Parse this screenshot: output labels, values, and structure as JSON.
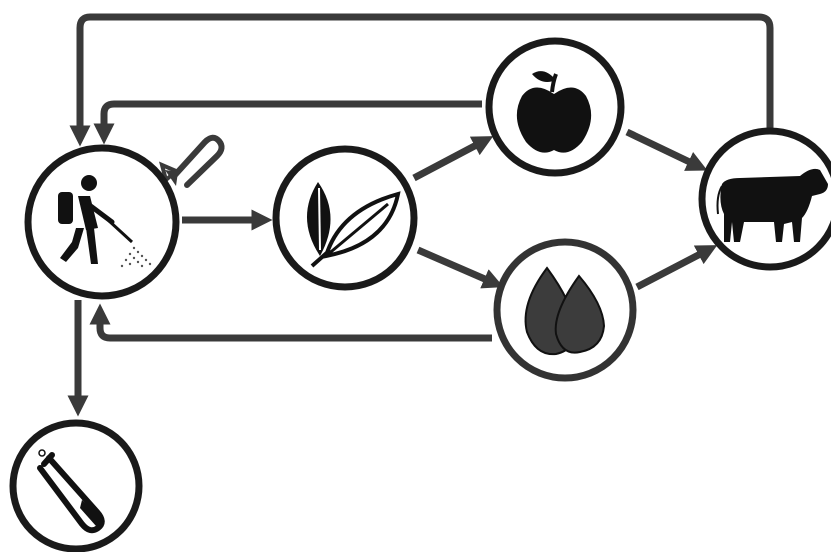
{
  "diagram": {
    "type": "flow-diagram",
    "colors": {
      "background": "#ffffff",
      "node_fill": "#ffffff",
      "node_border": "#1a1a1a",
      "node_border_grey": "#333333",
      "arrow": "#3a3a3a",
      "icon_dark": "#111111",
      "icon_grey": "#3c3c3c"
    },
    "nodes": [
      {
        "id": "sprayer",
        "icon": "person-spraying-icon"
      },
      {
        "id": "leaves",
        "icon": "leaves-icon"
      },
      {
        "id": "apple",
        "icon": "apple-icon"
      },
      {
        "id": "water",
        "icon": "water-drops-icon"
      },
      {
        "id": "cow",
        "icon": "cow-icon"
      },
      {
        "id": "test-tube",
        "icon": "test-tube-icon"
      }
    ],
    "edges": [
      {
        "from": "sprayer",
        "to": "leaves"
      },
      {
        "from": "leaves",
        "to": "apple"
      },
      {
        "from": "leaves",
        "to": "water"
      },
      {
        "from": "apple",
        "to": "cow"
      },
      {
        "from": "water",
        "to": "cow"
      },
      {
        "from": "cow",
        "to": "sprayer"
      },
      {
        "from": "apple",
        "to": "sprayer"
      },
      {
        "from": "water",
        "to": "sprayer"
      },
      {
        "from": "sprayer",
        "to": "test-tube"
      },
      {
        "from": "leaves",
        "to": "sprayer",
        "style": "hollow"
      }
    ]
  }
}
